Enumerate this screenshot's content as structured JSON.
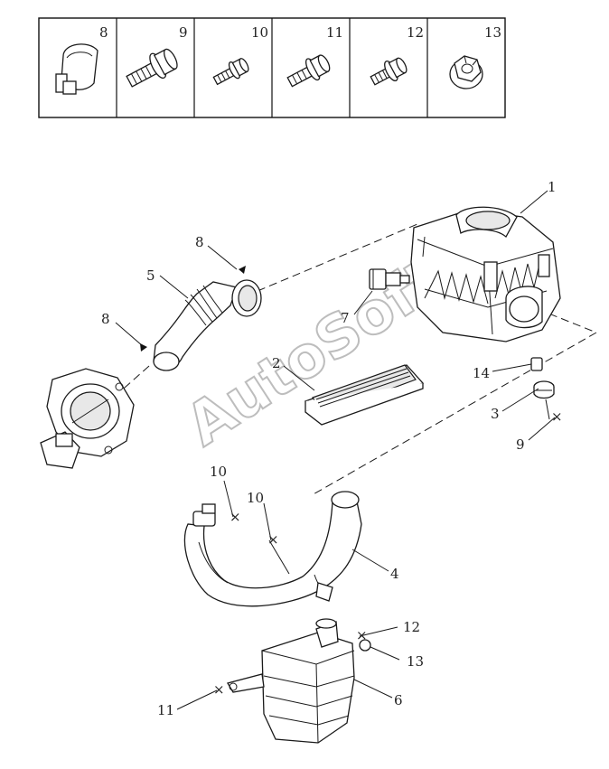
{
  "watermark": "AutoSoft",
  "parts_table": {
    "cells": [
      {
        "label": "8",
        "icon": "hose-clamp-icon"
      },
      {
        "label": "9",
        "icon": "flange-bolt-large-icon"
      },
      {
        "label": "10",
        "icon": "flange-bolt-small-icon"
      },
      {
        "label": "11",
        "icon": "flange-bolt-medium-icon"
      },
      {
        "label": "12",
        "icon": "flange-bolt-short-icon"
      },
      {
        "label": "13",
        "icon": "flange-nut-icon"
      }
    ]
  },
  "callouts": {
    "c1": "1",
    "c2": "2",
    "c3": "3",
    "c4": "4",
    "c5": "5",
    "c6": "6",
    "c7": "7",
    "c8a": "8",
    "c8b": "8",
    "c9": "9",
    "c10a": "10",
    "c10b": "10",
    "c11": "11",
    "c12": "12",
    "c13": "13",
    "c14": "14"
  }
}
